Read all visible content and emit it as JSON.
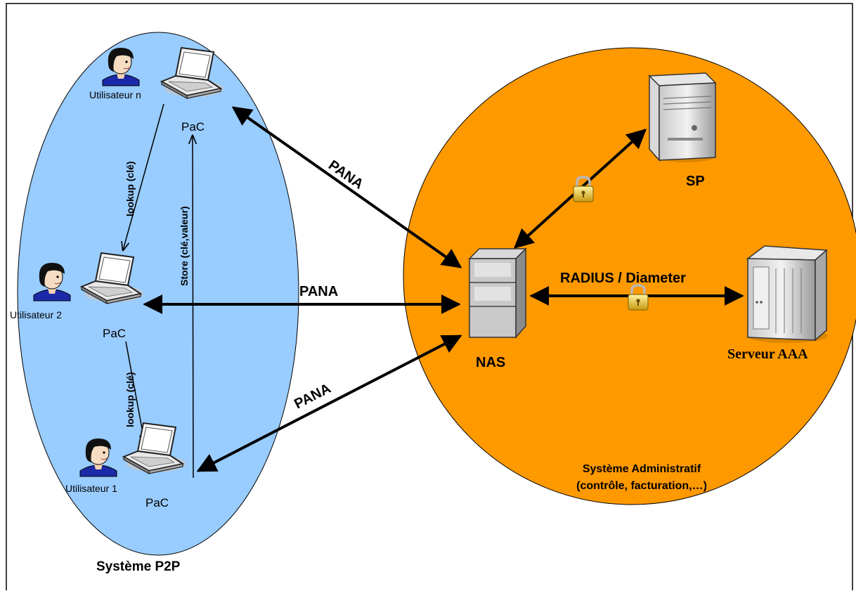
{
  "p2p_system": {
    "title": "Système P2P",
    "users": [
      {
        "name": "Utilisateur n",
        "device": "PaC"
      },
      {
        "name": "Utilisateur 2",
        "device": "PaC"
      },
      {
        "name": "Utilisateur 1",
        "device": "PaC"
      }
    ],
    "lookup_top": "lookup (clé)",
    "lookup_bottom": "lookup (clé)",
    "store": "Store (clé,valeur)"
  },
  "links": {
    "pana_top": "PANA",
    "pana_middle": "PANA",
    "pana_bottom": "PANA",
    "radius": "RADIUS / Diameter"
  },
  "admin_system": {
    "nas": "NAS",
    "sp": "SP",
    "aaa": "Serveur AAA",
    "title_line1": "Système Administratif",
    "title_line2": "(contrôle, facturation,…)"
  },
  "colors": {
    "p2p_fill": "#99ccff",
    "admin_fill": "#ff9900",
    "arrow": "#000000"
  }
}
